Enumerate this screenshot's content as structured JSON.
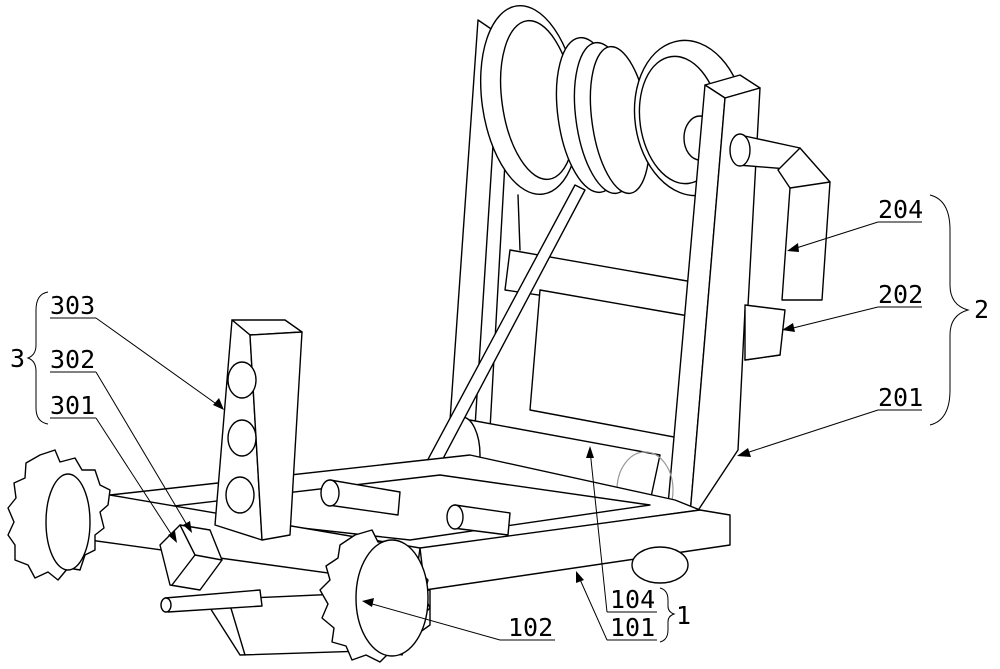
{
  "labels": {
    "l204": "204",
    "l202": "202",
    "l201": "201",
    "l2": "2",
    "l303": "303",
    "l302": "302",
    "l301": "301",
    "l3": "3",
    "l102": "102",
    "l104": "104",
    "l101": "101",
    "l1": "1"
  }
}
